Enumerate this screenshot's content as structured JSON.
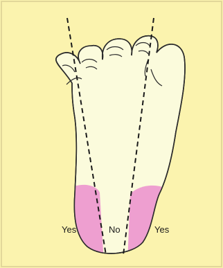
{
  "labels": {
    "left": "Yes",
    "center": "No",
    "right": "Yes"
  },
  "colors": {
    "background": "#fbf3ae",
    "border": "#e2d79a",
    "foot_fill": "#fbfbdc",
    "foot_outline": "#2b2b2b",
    "heel_pink": "#ee9fd0",
    "dashed_line": "#1a1a1a"
  }
}
